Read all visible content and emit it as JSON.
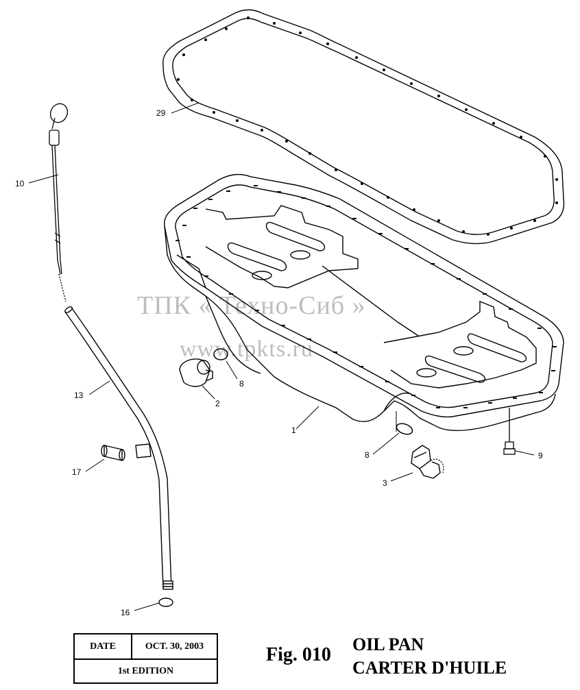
{
  "watermark": {
    "line1": "ТПК « Техно-Сиб »",
    "line2": "www.tpkts.ru"
  },
  "callouts": [
    {
      "id": "29",
      "label": "29"
    },
    {
      "id": "10",
      "label": "10"
    },
    {
      "id": "8a",
      "label": "8"
    },
    {
      "id": "2",
      "label": "2"
    },
    {
      "id": "13",
      "label": "13"
    },
    {
      "id": "1",
      "label": "1"
    },
    {
      "id": "8b",
      "label": "8"
    },
    {
      "id": "9",
      "label": "9"
    },
    {
      "id": "3",
      "label": "3"
    },
    {
      "id": "17",
      "label": "17"
    },
    {
      "id": "16",
      "label": "16"
    }
  ],
  "title_block": {
    "date_label": "DATE",
    "date_value": "OCT. 30, 2003",
    "edition": "1st EDITION"
  },
  "figure": {
    "number": "Fig. 010",
    "title_en": "OIL PAN",
    "title_fr": "CARTER D'HUILE"
  }
}
